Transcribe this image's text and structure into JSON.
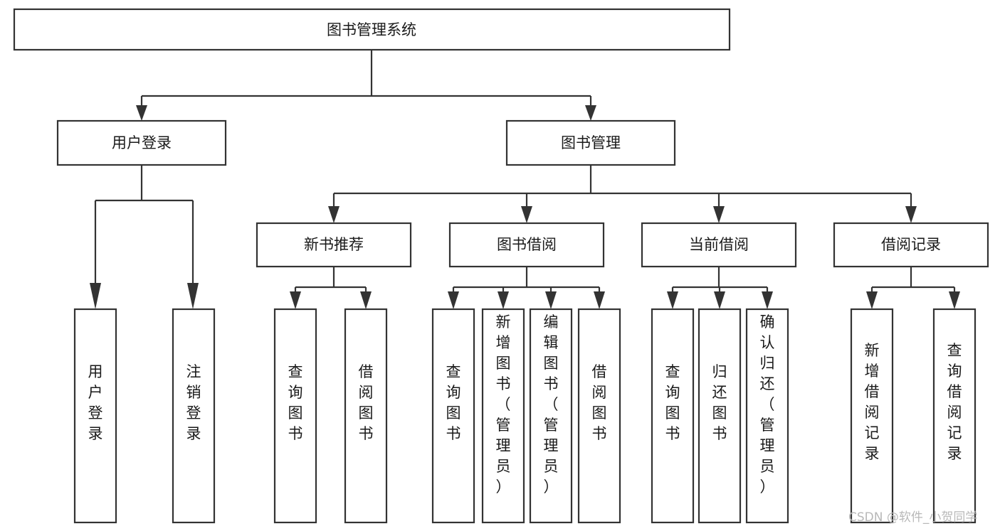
{
  "diagram": {
    "title": "图书管理系统",
    "type": "tree",
    "watermark": "CSDN @软件_小贺同学",
    "colors": {
      "box_stroke": "#333333",
      "box_fill": "#ffffff",
      "connector": "#333333",
      "text": "#1a1a1a",
      "watermark": "#b8b8b8",
      "background": "#ffffff"
    },
    "levels": {
      "root": "图书管理系统",
      "level2": [
        "用户登录",
        "图书管理"
      ],
      "level3": [
        "新书推荐",
        "图书借阅",
        "当前借阅",
        "借阅记录"
      ],
      "level4": [
        "用户登录",
        "注销登录",
        "查询图书",
        "借阅图书",
        "查询图书",
        "新增图书（管理员）",
        "编辑图书（管理员）",
        "借阅图书",
        "查询图书",
        "归还图书",
        "确认归还（管理员）",
        "新增借阅记录",
        "查询借阅记录"
      ]
    },
    "nodes": {
      "root": {
        "label": "图书管理系统"
      },
      "user_login": {
        "label": "用户登录"
      },
      "book_manage": {
        "label": "图书管理"
      },
      "new_book_rec": {
        "label": "新书推荐"
      },
      "book_borrow": {
        "label": "图书借阅"
      },
      "current_borrow": {
        "label": "当前借阅"
      },
      "borrow_record": {
        "label": "借阅记录"
      },
      "leaf_user_login": {
        "label": "用户登录"
      },
      "leaf_user_logout": {
        "label": "注销登录"
      },
      "leaf_query_book_1": {
        "label": "查询图书"
      },
      "leaf_borrow_book_1": {
        "label": "借阅图书"
      },
      "leaf_query_book_2": {
        "label": "查询图书"
      },
      "leaf_add_book": {
        "label": "新增图书（管理员）"
      },
      "leaf_edit_book": {
        "label": "编辑图书（管理员）"
      },
      "leaf_borrow_book_2": {
        "label": "借阅图书"
      },
      "leaf_query_book_3": {
        "label": "查询图书"
      },
      "leaf_return_book": {
        "label": "归还图书"
      },
      "leaf_confirm_return": {
        "label": "确认归还（管理员）"
      },
      "leaf_add_record": {
        "label": "新增借阅记录"
      },
      "leaf_query_record": {
        "label": "查询借阅记录"
      }
    },
    "edges": [
      {
        "from": "root",
        "to": "user_login"
      },
      {
        "from": "root",
        "to": "book_manage"
      },
      {
        "from": "user_login",
        "to": "leaf_user_login"
      },
      {
        "from": "user_login",
        "to": "leaf_user_logout"
      },
      {
        "from": "book_manage",
        "to": "new_book_rec"
      },
      {
        "from": "book_manage",
        "to": "book_borrow"
      },
      {
        "from": "book_manage",
        "to": "current_borrow"
      },
      {
        "from": "book_manage",
        "to": "borrow_record"
      },
      {
        "from": "new_book_rec",
        "to": "leaf_query_book_1"
      },
      {
        "from": "new_book_rec",
        "to": "leaf_borrow_book_1"
      },
      {
        "from": "book_borrow",
        "to": "leaf_query_book_2"
      },
      {
        "from": "book_borrow",
        "to": "leaf_add_book"
      },
      {
        "from": "book_borrow",
        "to": "leaf_edit_book"
      },
      {
        "from": "book_borrow",
        "to": "leaf_borrow_book_2"
      },
      {
        "from": "current_borrow",
        "to": "leaf_query_book_3"
      },
      {
        "from": "current_borrow",
        "to": "leaf_return_book"
      },
      {
        "from": "current_borrow",
        "to": "leaf_confirm_return"
      },
      {
        "from": "borrow_record",
        "to": "leaf_add_record"
      },
      {
        "from": "borrow_record",
        "to": "leaf_query_record"
      }
    ]
  },
  "vertical_chars": {
    "leaf_user_login": [
      "用",
      "户",
      "登",
      "录"
    ],
    "leaf_user_logout": [
      "注",
      "销",
      "登",
      "录"
    ],
    "leaf_query_book_1": [
      "查",
      "询",
      "图",
      "书"
    ],
    "leaf_borrow_book_1": [
      "借",
      "阅",
      "图",
      "书"
    ],
    "leaf_query_book_2": [
      "查",
      "询",
      "图",
      "书"
    ],
    "leaf_add_book": [
      "新",
      "增",
      "图",
      "书",
      "（",
      "管",
      "理",
      "员",
      "）"
    ],
    "leaf_edit_book": [
      "编",
      "辑",
      "图",
      "书",
      "（",
      "管",
      "理",
      "员",
      "）"
    ],
    "leaf_borrow_book_2": [
      "借",
      "阅",
      "图",
      "书"
    ],
    "leaf_query_book_3": [
      "查",
      "询",
      "图",
      "书"
    ],
    "leaf_return_book": [
      "归",
      "还",
      "图",
      "书"
    ],
    "leaf_confirm_return": [
      "确",
      "认",
      "归",
      "还",
      "（",
      "管",
      "理",
      "员",
      "）"
    ],
    "leaf_add_record": [
      "新",
      "增",
      "借",
      "阅",
      "记",
      "录"
    ],
    "leaf_query_record": [
      "查",
      "询",
      "借",
      "阅",
      "记",
      "录"
    ]
  }
}
